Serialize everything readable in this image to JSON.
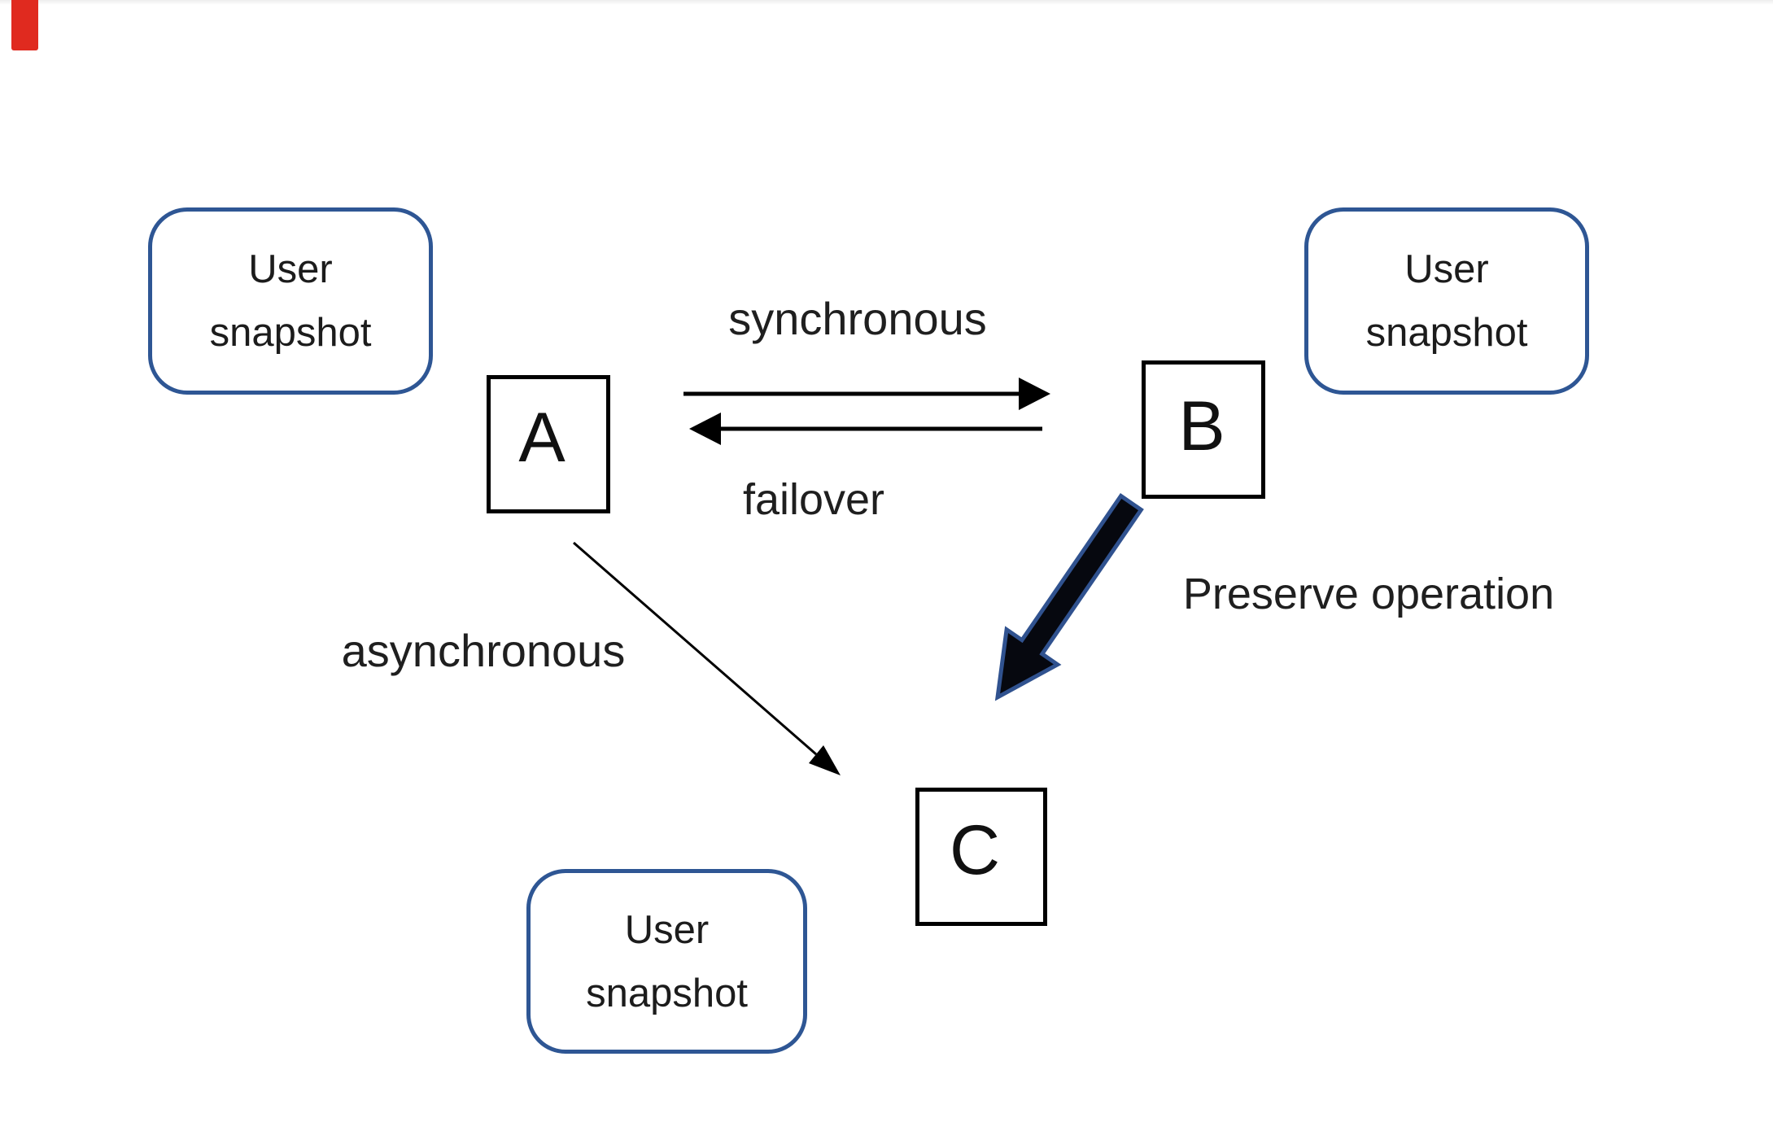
{
  "diagram": {
    "snapshot_boxes": [
      {
        "id": "top-left",
        "line1": "User",
        "line2": "snapshot"
      },
      {
        "id": "top-right",
        "line1": "User",
        "line2": "snapshot"
      },
      {
        "id": "bottom",
        "line1": "User",
        "line2": "snapshot"
      }
    ],
    "nodes": [
      {
        "label": "A"
      },
      {
        "label": "B"
      },
      {
        "label": "C"
      }
    ],
    "edges": [
      {
        "from": "A",
        "to": "B",
        "label": "synchronous",
        "line": "thin"
      },
      {
        "from": "B",
        "to": "A",
        "label": "failover",
        "line": "thin"
      },
      {
        "from": "A",
        "to": "C",
        "label": "asynchronous",
        "line": "thin"
      },
      {
        "from": "B",
        "to": "C",
        "label": "Preserve operation",
        "line": "thick"
      }
    ],
    "colors": {
      "background": "#ffffff",
      "snapshot_border": "#2e5694",
      "node_border": "#000000",
      "thin_arrow": "#000000",
      "thick_arrow_fill": "#06080f",
      "thick_arrow_rim": "#30528f",
      "text": "#1c1c1c",
      "corner_marker_red": "#e02a1f"
    }
  }
}
